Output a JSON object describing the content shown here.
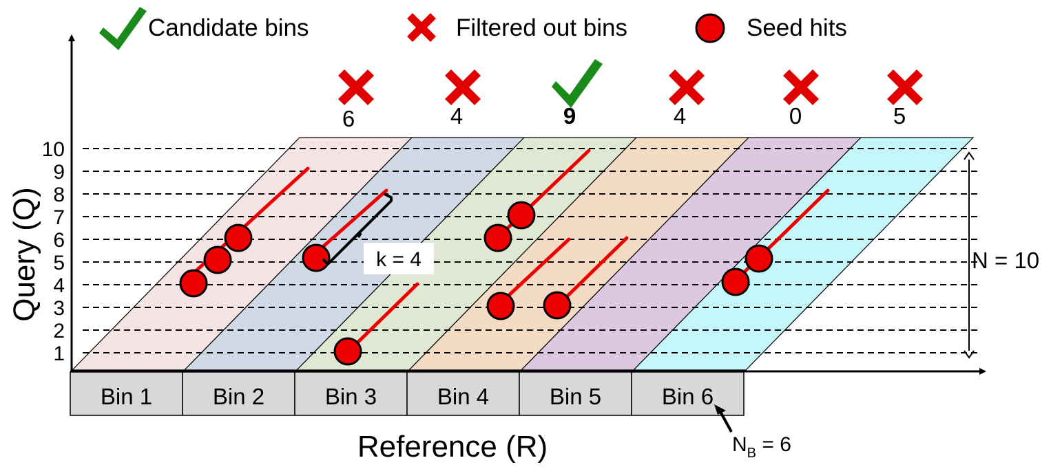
{
  "legend": {
    "candidate_label": "Candidate bins",
    "filtered_label": "Filtered out bins",
    "seed_label": "Seed hits"
  },
  "axes": {
    "y_label": "Query (Q)",
    "x_label": "Reference (R)",
    "y_ticks": [
      "1",
      "2",
      "3",
      "4",
      "5",
      "6",
      "7",
      "8",
      "9",
      "10"
    ]
  },
  "bins": [
    {
      "label": "Bin 1",
      "color": "#f4e4e4"
    },
    {
      "label": "Bin 2",
      "color": "#d0dae6"
    },
    {
      "label": "Bin 3",
      "color": "#e0e8d4"
    },
    {
      "label": "Bin 4",
      "color": "#f4dcc4"
    },
    {
      "label": "Bin 5",
      "color": "#dcc8e0"
    },
    {
      "label": "Bin 6",
      "color": "#c4f6fa"
    }
  ],
  "bin_status": [
    {
      "count": "6",
      "status": "filtered"
    },
    {
      "count": "4",
      "status": "filtered"
    },
    {
      "count": "9",
      "status": "candidate"
    },
    {
      "count": "4",
      "status": "filtered"
    },
    {
      "count": "0",
      "status": "filtered"
    },
    {
      "count": "5",
      "status": "filtered"
    }
  ],
  "annotations": {
    "k_label": "k = 4",
    "n_label": "N = 10",
    "nb_main": "N",
    "nb_sub": "B",
    "nb_rest": " = 6"
  },
  "colors": {
    "seed": "#ee0000",
    "check": "#1a8a1a",
    "cross": "#e00000"
  }
}
